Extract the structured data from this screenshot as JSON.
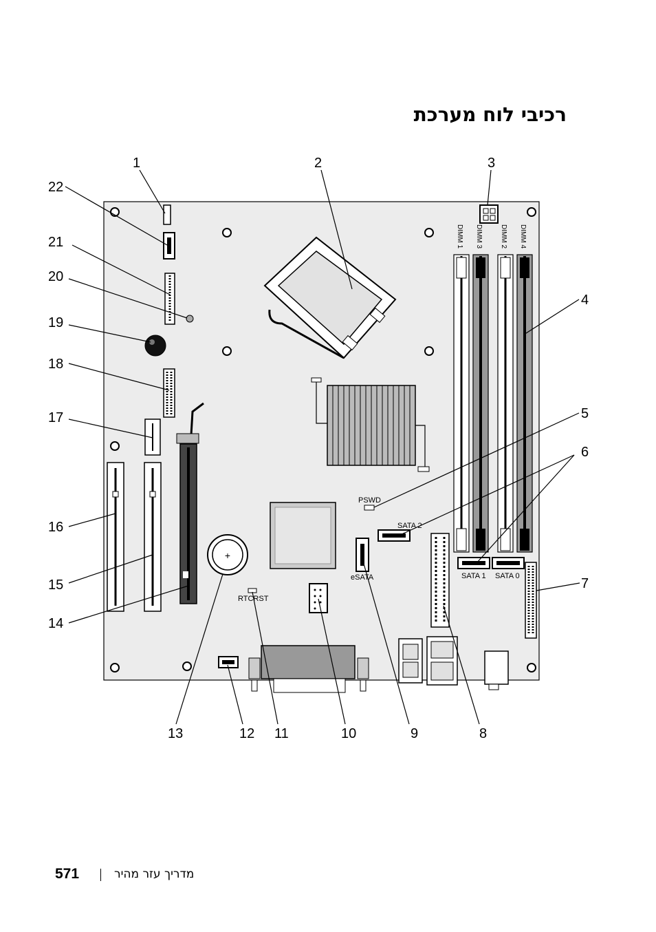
{
  "page": {
    "title": "רכיבי לוח מערכת",
    "footer_page_number": "571",
    "footer_text": "מדריך עזר מהיר"
  },
  "diagram": {
    "board_labels": {
      "dimm1": "DIMM 1",
      "dimm3": "DIMM 3",
      "dimm2": "DIMM 2",
      "dimm4": "DIMM 4",
      "pswd": "PSWD",
      "sata2": "SATA 2",
      "sata1": "SATA 1",
      "sata0": "SATA 0",
      "esata": "eSATA",
      "rtcrst": "RTCRST"
    },
    "callouts": [
      "1",
      "2",
      "3",
      "4",
      "5",
      "6",
      "7",
      "8",
      "9",
      "10",
      "11",
      "12",
      "13",
      "14",
      "15",
      "16",
      "17",
      "18",
      "19",
      "20",
      "21",
      "22"
    ]
  }
}
